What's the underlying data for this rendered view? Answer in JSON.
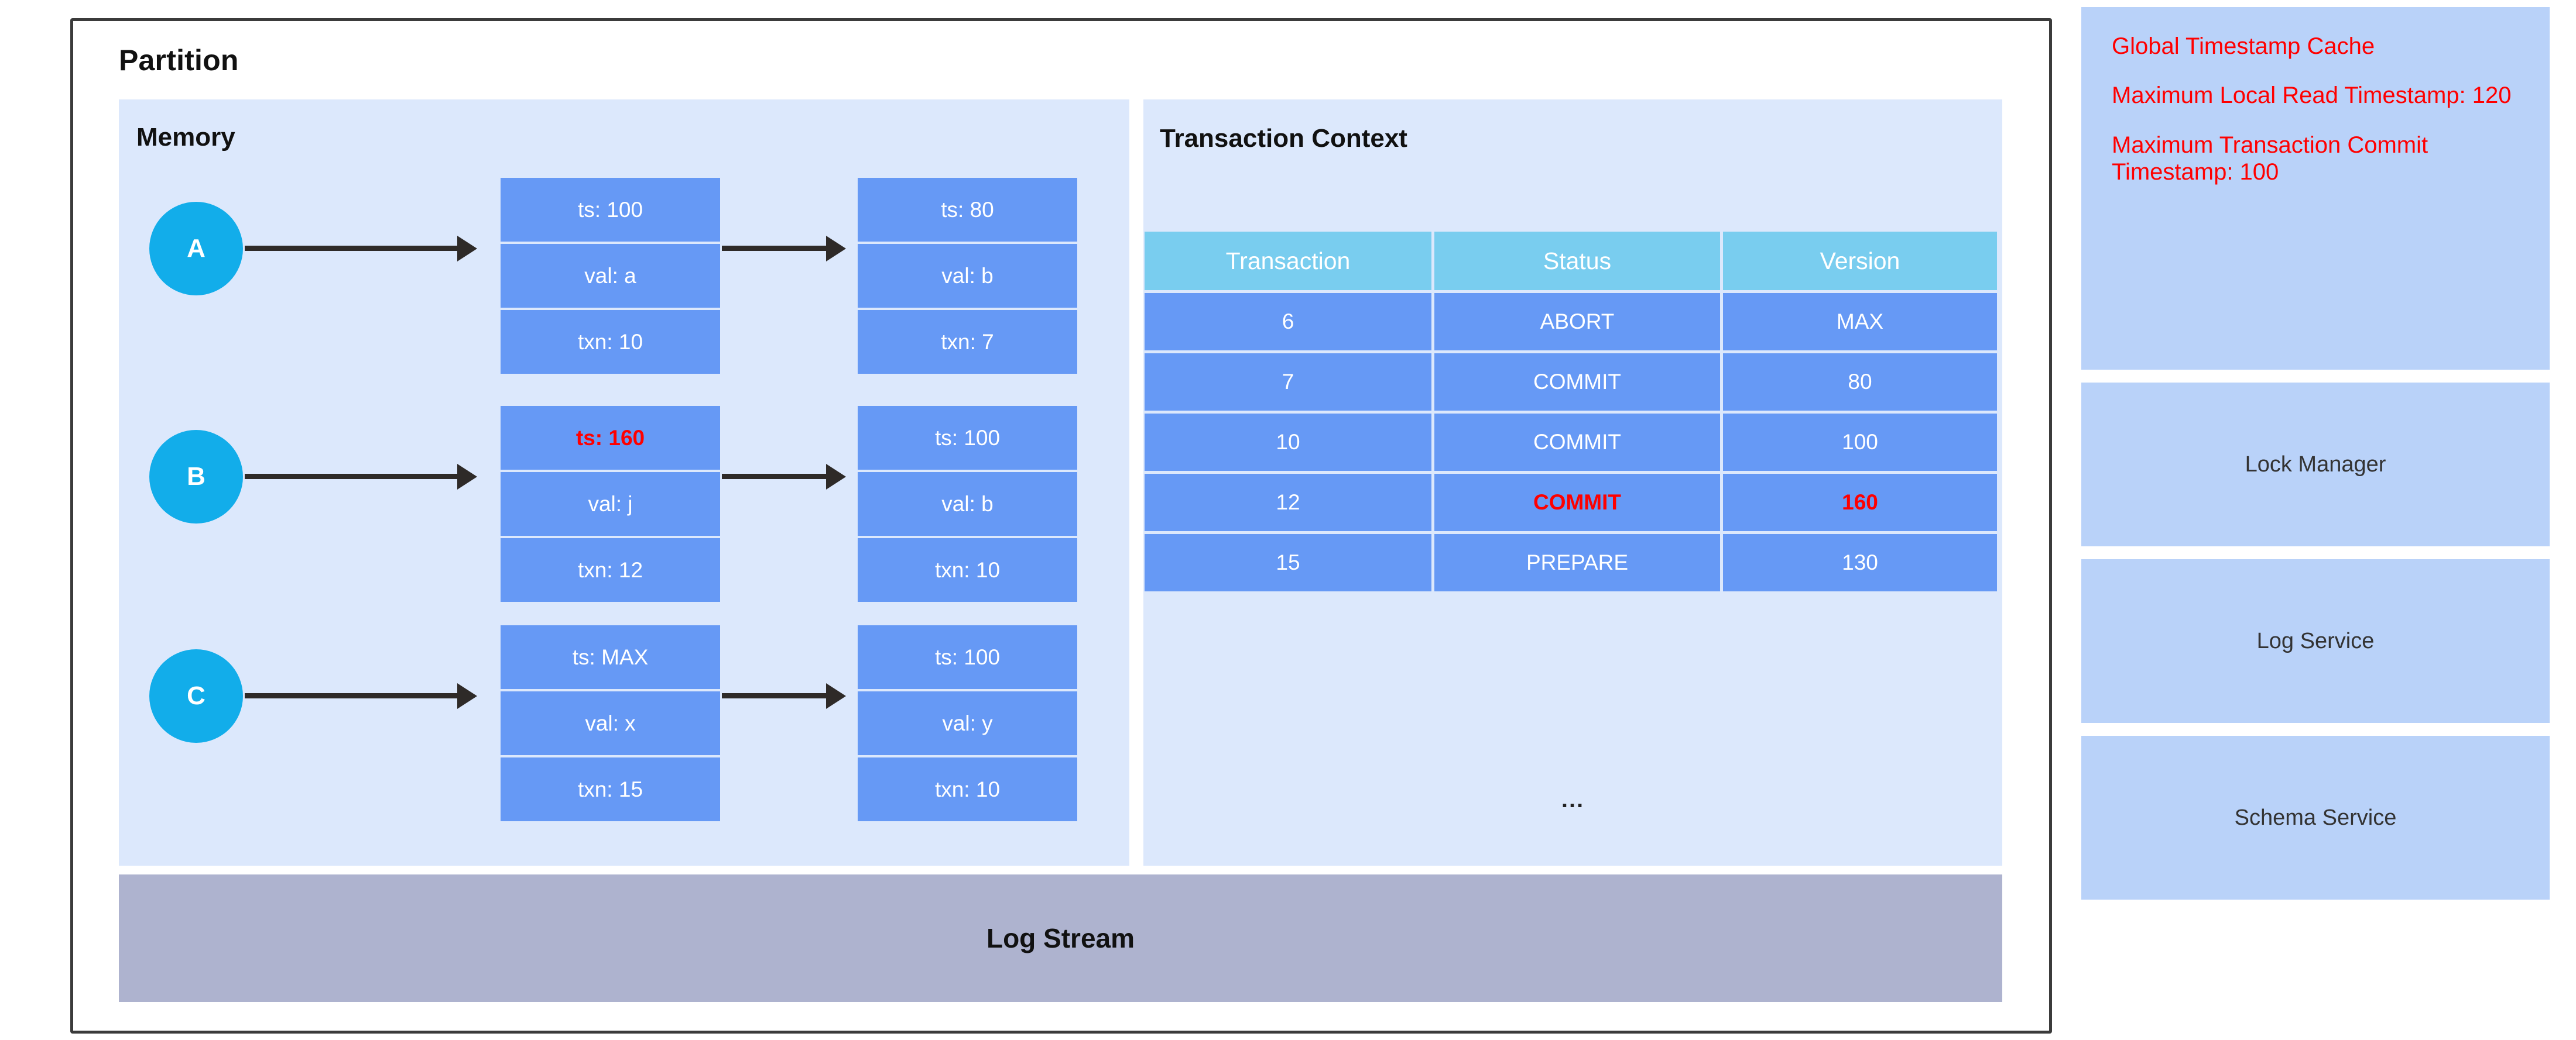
{
  "partition": {
    "title": "Partition",
    "memory": {
      "title": "Memory",
      "rows": [
        {
          "node": "A",
          "cells": [
            {
              "ts": "ts: 100",
              "val": "val: a",
              "txn": "txn: 10",
              "ts_highlight": false
            },
            {
              "ts": "ts: 80",
              "val": "val: b",
              "txn": "txn: 7",
              "ts_highlight": false
            }
          ]
        },
        {
          "node": "B",
          "cells": [
            {
              "ts": "ts: 160",
              "val": "val: j",
              "txn": "txn: 12",
              "ts_highlight": true
            },
            {
              "ts": "ts: 100",
              "val": "val: b",
              "txn": "txn: 10",
              "ts_highlight": false
            }
          ]
        },
        {
          "node": "C",
          "cells": [
            {
              "ts": "ts: MAX",
              "val": "val: x",
              "txn": "txn: 15",
              "ts_highlight": false
            },
            {
              "ts": "ts: 100",
              "val": "val: y",
              "txn": "txn: 10",
              "ts_highlight": false
            }
          ]
        }
      ]
    },
    "transaction_context": {
      "title": "Transaction Context",
      "columns": [
        "Transaction",
        "Status",
        "Version"
      ],
      "rows": [
        {
          "transaction": "6",
          "status": "ABORT",
          "version": "MAX",
          "highlight": false
        },
        {
          "transaction": "7",
          "status": "COMMIT",
          "version": "80",
          "highlight": false
        },
        {
          "transaction": "10",
          "status": "COMMIT",
          "version": "100",
          "highlight": false
        },
        {
          "transaction": "12",
          "status": "COMMIT",
          "version": "160",
          "highlight": true
        },
        {
          "transaction": "15",
          "status": "PREPARE",
          "version": "130",
          "highlight": false
        }
      ],
      "ellipsis": "..."
    },
    "log_stream": {
      "label": "Log Stream"
    }
  },
  "sidebar": {
    "timestamp_cache": {
      "title": "Global Timestamp Cache",
      "max_local_read": "Maximum Local Read Timestamp: 120",
      "max_txn_commit": "Maximum Transaction Commit Timestamp: 100"
    },
    "services": [
      {
        "label": "Lock Manager"
      },
      {
        "label": "Log Service"
      },
      {
        "label": "Schema Service"
      }
    ]
  },
  "colors": {
    "highlight_red": "#ff0000",
    "cell_blue": "#6699f5",
    "header_blue": "#79cdef",
    "node_cyan": "#12adea",
    "panel_bg": "#dce8fc",
    "sidebar_bg": "#b9d2f9",
    "log_stream_bg": "#aeb3cf"
  }
}
